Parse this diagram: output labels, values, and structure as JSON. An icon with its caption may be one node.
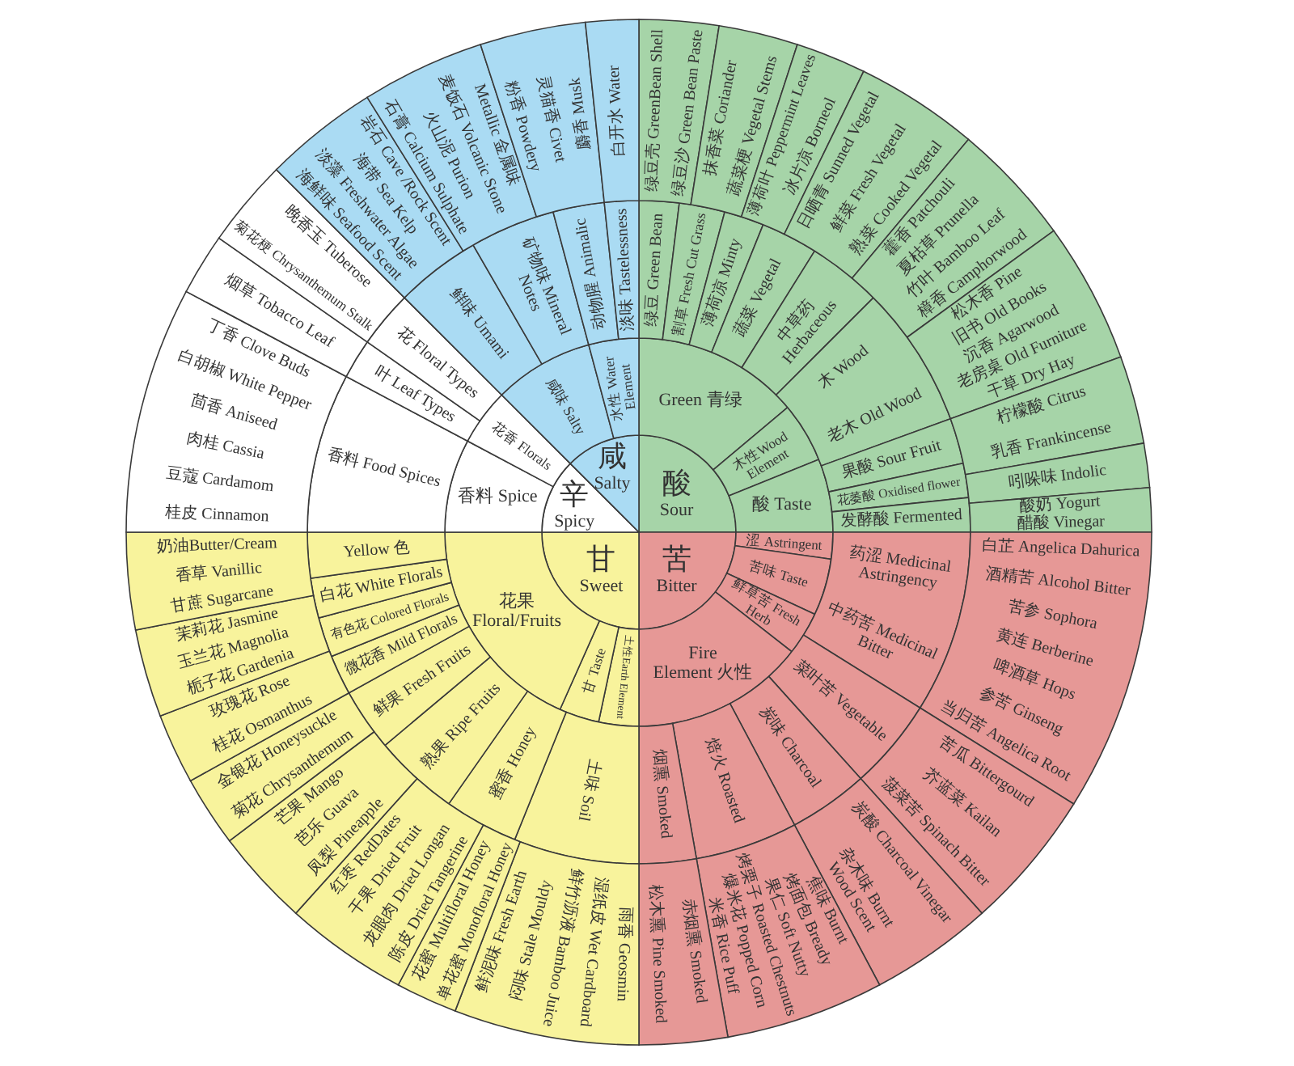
{
  "diagram": {
    "nodes": [
      {
        "text": [
          "酸",
          "Sour"
        ]
      },
      {
        "text": [
          "苦",
          "Bitter"
        ]
      },
      {
        "text": [
          "甘",
          "Sweet"
        ]
      },
      {
        "text": [
          "辛",
          "Spicy"
        ]
      },
      {
        "text": [
          "咸",
          "Salty"
        ]
      },
      {
        "text": [
          "Green 青绿"
        ]
      },
      {
        "text": [
          "木性Wood Element"
        ]
      },
      {
        "text": [
          "酸 Taste"
        ]
      },
      {
        "text": [
          "涩 Astringent"
        ]
      },
      {
        "text": [
          "苦味 Taste"
        ]
      },
      {
        "text": [
          "鲜草苦 Fresh Herb"
        ]
      },
      {
        "text": [
          "Fire Element 火性"
        ]
      },
      {
        "text": [
          "土性Earth Element"
        ]
      },
      {
        "text": [
          "甘 Taste"
        ]
      },
      {
        "text": [
          "花果 Floral/Fruits"
        ]
      },
      {
        "text": [
          "香料 Spice"
        ]
      },
      {
        "text": [
          "花香 Florals"
        ]
      },
      {
        "text": [
          "咸味 Salty"
        ]
      },
      {
        "text": [
          "水性 Water Element"
        ]
      },
      {
        "text": [
          "绿豆 Green Bean"
        ]
      },
      {
        "text": [
          "割草 Fresh Cut Grass"
        ]
      },
      {
        "text": [
          "薄荷凉 Minty"
        ]
      },
      {
        "text": [
          "蔬菜 Vegetal"
        ]
      },
      {
        "text": [
          "中草药 Herbaceous"
        ]
      },
      {
        "text": [
          "木 Wood",
          "老木 Old Wood"
        ]
      },
      {
        "text": [
          "果酸 Sour Fruit"
        ]
      },
      {
        "text": [
          "花萎酸 Oxidised flower"
        ]
      },
      {
        "text": [
          "发酵酸 Fermented"
        ]
      },
      {
        "text": [
          "药涩 Medicinal Astringency",
          "中药苦 Medicinal Bitter"
        ]
      },
      {
        "text": [
          "菜叶苦 Vegetable"
        ]
      },
      {
        "text": [
          "炭味 Charcoal"
        ]
      },
      {
        "text": [
          "焙火 Roasted"
        ]
      },
      {
        "text": [
          "烟熏 Smoked"
        ]
      },
      {
        "text": [
          "土味 Soil"
        ]
      },
      {
        "text": [
          "蜜香 Honey"
        ]
      },
      {
        "text": [
          "熟果 Ripe Fruits"
        ]
      },
      {
        "text": [
          "鲜果 Fresh Fruits"
        ]
      },
      {
        "text": [
          "微花香 Mild Florals"
        ]
      },
      {
        "text": [
          "有色花 Colored Florals"
        ]
      },
      {
        "text": [
          "白花 White Florals"
        ]
      },
      {
        "text": [
          "Yellow 色"
        ]
      },
      {
        "text": [
          "香料 Food Spices"
        ]
      },
      {
        "text": [
          "叶 Leaf Types"
        ]
      },
      {
        "text": [
          "花 Floral Types"
        ]
      },
      {
        "text": [
          "鲜味 Umami"
        ]
      },
      {
        "text": [
          "矿物味 Mineral Notes"
        ]
      },
      {
        "text": [
          "动物腥 Animalic"
        ]
      },
      {
        "text": [
          "淡味 Tastelessness"
        ]
      },
      {
        "text": [
          "绿豆壳 GreenBean Shell",
          "绿豆沙 Green Bean Paste"
        ]
      },
      {
        "text": [
          "抹香菜 Coriander",
          "蔬菜梗 Vegetal Stems"
        ]
      },
      {
        "text": [
          "薄荷叶 Peppermint Leaves",
          "冰片凉 Borneol"
        ]
      },
      {
        "text": [
          "日晒青 Sunned Vegetal",
          "鲜菜 Fresh Vegetal",
          "熟菜 Cooked Vegetal"
        ]
      },
      {
        "text": [
          "藿香 Patchouli",
          "夏枯草 Prunella",
          "竹叶 Bamboo Leaf",
          "樟香 Camphorwood"
        ]
      },
      {
        "text": [
          "松木香 Pine",
          "旧书 Old Books",
          "沉香 Agarwood",
          "老房桌 Old Furniture",
          "干草 Dry Hay"
        ]
      },
      {
        "text": [
          "柠檬酸 Citrus",
          "乳香 Frankincense"
        ]
      },
      {
        "text": [
          "吲哚味 Indolic"
        ]
      },
      {
        "text": [
          "酸奶 Yogurt",
          "醋酸 Vinegar"
        ]
      },
      {
        "text": [
          "白芷 Angelica Dahurica",
          "酒精苦 Alcohol Bitter",
          "苦参 Sophora",
          "黄连 Berberine",
          "啤酒草 Hops",
          "参苦 Ginseng",
          "当归苦 Angelica Root"
        ]
      },
      {
        "text": [
          "苦瓜 Bittergourd",
          "芥蓝菜 Kailan",
          "菠菜苦 Spinach Bitter"
        ]
      },
      {
        "text": [
          "炭酸 Charcoal Vinegar",
          "杂木味 Burnt Wood Scent"
        ]
      },
      {
        "text": [
          "焦味 Burnt",
          "烤面包 Bready",
          "果仁 Soft Nutty",
          "烤栗子 Roasted Chestnuts",
          "爆米花 Popped Corn",
          "米香 Rice Puff"
        ]
      },
      {
        "text": [
          "赤烟熏 Smoked",
          "松木熏 Pine Smoked"
        ]
      },
      {
        "text": [
          "鲜泥味 Fresh Earth",
          "闷味 Stale Mouldy",
          "鲜竹沥液 Bamboo Juice",
          "湿纸皮 Wet Cardboard",
          "雨香 Geosmin"
        ]
      },
      {
        "text": [
          "花蜜 Multifloral Honey",
          "单花蜜 Monofloral Honey"
        ]
      },
      {
        "text": [
          "红枣 RedDates",
          "干果 Dried Fruit",
          "龙眼肉 Dried Longan",
          "陈皮 Dried Tangerine"
        ]
      },
      {
        "text": [
          "芒果 Mango",
          "芭乐 Guava",
          "凤梨 Pineapple"
        ]
      },
      {
        "text": [
          "金银花 Honeysuckle",
          "菊花 Chrysanthemum"
        ]
      },
      {
        "text": [
          "玫瑰花 Rose",
          "桂花 Osmanthus"
        ]
      },
      {
        "text": [
          "茉莉花 Jasmine",
          "玉兰花 Magnolia",
          "栀子花 Gardenia"
        ]
      },
      {
        "text": [
          "奶油Butter/Cream",
          "香草 Vanillic",
          "甘蔗 Sugarcane"
        ]
      },
      {
        "text": [
          "丁香 Clove Buds",
          "白胡椒 White Pepper",
          "茴香 Aniseed",
          "肉桂 Cassia",
          "豆蔻 Cardamom",
          "桂皮 Cinnamon"
        ]
      },
      {
        "text": [
          "烟草 Tobacco Leaf"
        ]
      },
      {
        "text": [
          "晚香玉 Tuberose",
          "菊花梗 Chrysanthemum Stalk"
        ]
      },
      {
        "text": [
          "海鲜味 Seafood Scent",
          "淡藻 Freshwater Algae",
          "海带 Sea Kelp",
          "岩石 Cave /Rock Scent"
        ]
      },
      {
        "text": [
          "石膏 Calcium Sulphate",
          "火山泥 Purion",
          "麦饭石 Volcanic Stone",
          "Metallic 金属味"
        ]
      },
      {
        "text": [
          "粉香 Powdery",
          "灵猫香 Civet",
          "麝香 Musk"
        ]
      },
      {
        "text": [
          "白开水 Water"
        ]
      }
    ]
  }
}
